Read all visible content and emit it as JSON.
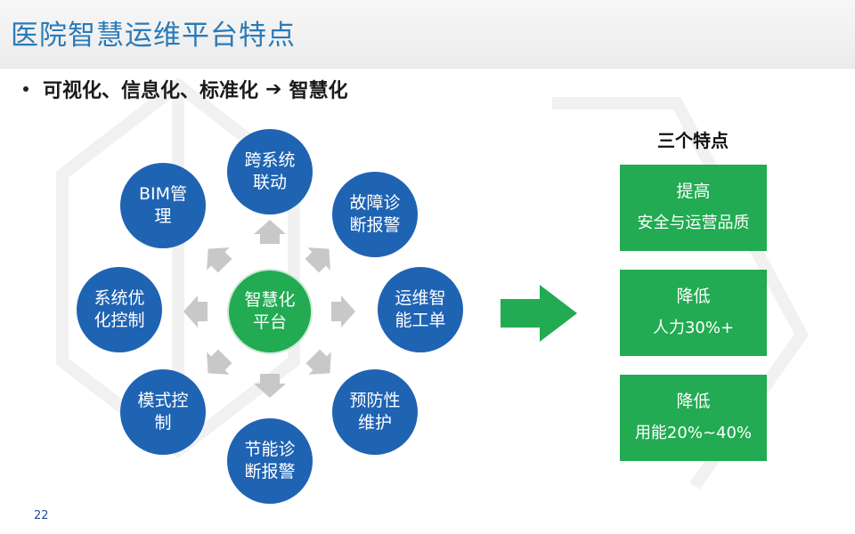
{
  "slide": {
    "title": "医院智慧运维平台特点",
    "bullet": {
      "text": "可视化、信息化、标准化",
      "arrow": "➔",
      "result": "智慧化"
    },
    "center": "智慧化\n平台",
    "satellites": [
      {
        "id": "top",
        "label": "跨系统\n联动"
      },
      {
        "id": "top-right",
        "label": "故障诊\n断报警"
      },
      {
        "id": "right",
        "label": "运维智\n能工单"
      },
      {
        "id": "bottom-right",
        "label": "预防性\n维护"
      },
      {
        "id": "bottom",
        "label": "节能诊\n断报警"
      },
      {
        "id": "bottom-left",
        "label": "模式控\n制"
      },
      {
        "id": "left",
        "label": "系统优\n化控制"
      },
      {
        "id": "top-left",
        "label": "BIM管\n理"
      }
    ],
    "features_heading": "三个特点",
    "features": [
      {
        "line1": "提高",
        "line2": "安全与运营品质"
      },
      {
        "line1": "降低",
        "line2": "人力30%+"
      },
      {
        "line1": "降低",
        "line2": "用能20%~40%"
      }
    ],
    "page_number": "22",
    "colors": {
      "title": "#2a7ab8",
      "circle_blue": "#1f63b3",
      "circle_green": "#22ab52",
      "box_green": "#22ab52",
      "arrow_gray": "#c8c8c8"
    }
  }
}
